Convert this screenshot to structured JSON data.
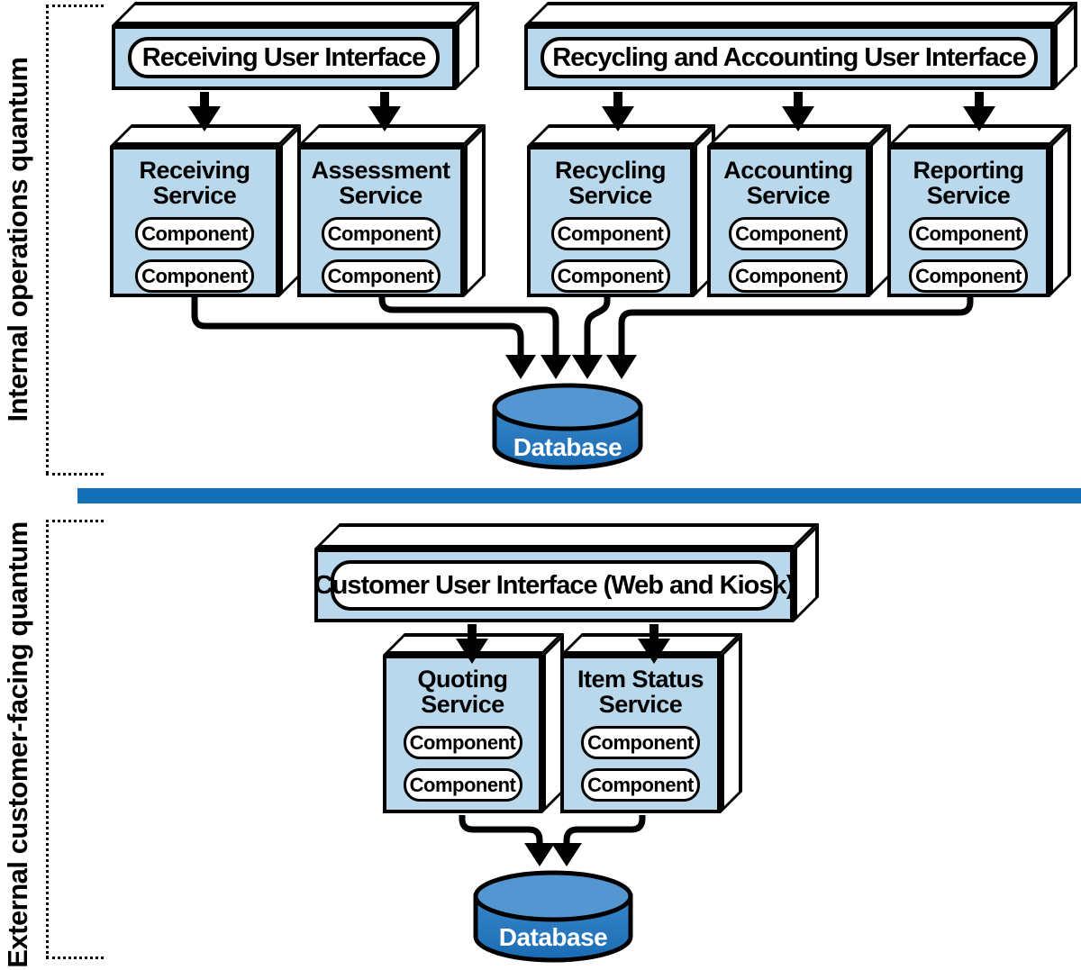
{
  "sections": {
    "internal": {
      "label": "Internal operations quantum"
    },
    "external": {
      "label": "External customer-facing quantum"
    }
  },
  "ui_boxes": {
    "receiving": {
      "label": "Receiving User Interface"
    },
    "recycling_accounting": {
      "label": "Recycling and Accounting User Interface"
    },
    "customer": {
      "label": "Customer User Interface (Web and Kiosk)"
    }
  },
  "services": {
    "receiving": {
      "title": "Receiving Service",
      "components": [
        "Component",
        "Component"
      ]
    },
    "assessment": {
      "title": "Assessment Service",
      "components": [
        "Component",
        "Component"
      ]
    },
    "recycling": {
      "title": "Recycling Service",
      "components": [
        "Component",
        "Component"
      ]
    },
    "accounting": {
      "title": "Accounting Service",
      "components": [
        "Component",
        "Component"
      ]
    },
    "reporting": {
      "title": "Reporting Service",
      "components": [
        "Component",
        "Component"
      ]
    },
    "quoting": {
      "title": "Quoting Service",
      "components": [
        "Component",
        "Component"
      ]
    },
    "item_status": {
      "title": "Item Status Service",
      "components": [
        "Component",
        "Component"
      ]
    }
  },
  "databases": {
    "internal": {
      "label": "Database"
    },
    "external": {
      "label": "Database"
    }
  },
  "colors": {
    "box_fill": "#b9d8ec",
    "divider": "#1471b8",
    "db_top": "#5496d1",
    "db_body_light": "#3a87c9",
    "db_body_dark": "#196bb4",
    "outline": "#000000"
  }
}
